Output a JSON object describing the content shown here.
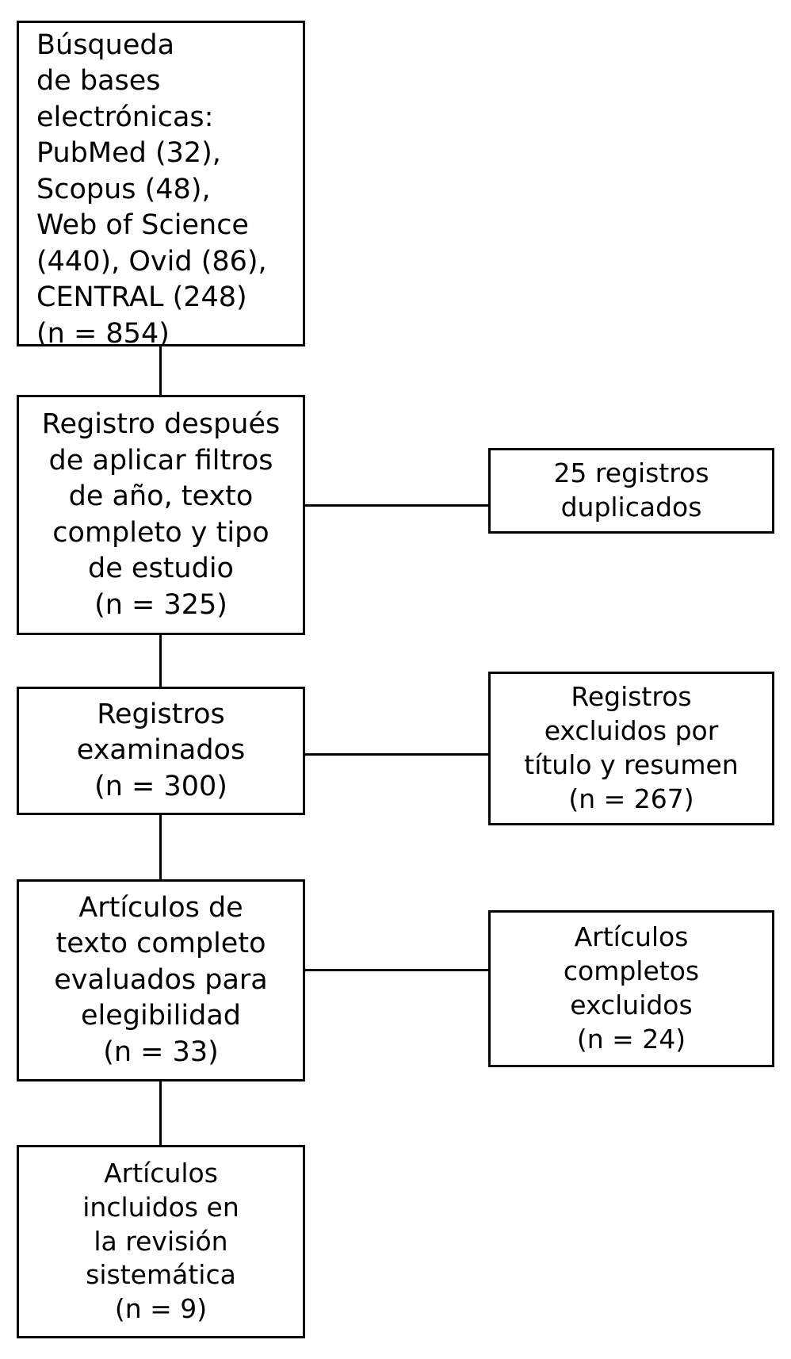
{
  "diagram": {
    "type": "prisma-flow-diagram",
    "language": "es",
    "line_color": "#000000",
    "background_color": "#ffffff",
    "text_color": "#000000"
  },
  "nodes": {
    "identification": {
      "text": "Búsqueda\nde bases\nelectrónicas:\nPubMed (32),\nScopus (48),\nWeb of Science\n(440), Ovid (86),\nCENTRAL (248)\n(n = 854)",
      "n": 854,
      "sources": [
        {
          "name": "PubMed",
          "count": 32
        },
        {
          "name": "Scopus",
          "count": 48
        },
        {
          "name": "Web of Science",
          "count": 440
        },
        {
          "name": "Ovid",
          "count": 86
        },
        {
          "name": "CENTRAL",
          "count": 248
        }
      ]
    },
    "filtered": {
      "text": "Registro después\nde aplicar filtros\nde año, texto\ncompleto y tipo\nde estudio\n(n = 325)",
      "n": 325
    },
    "screened": {
      "text": "Registros\nexaminados\n(n = 300)",
      "n": 300
    },
    "eligibility": {
      "text": "Artículos de\ntexto completo\nevaluados para\nelegibilidad\n(n = 33)",
      "n": 33
    },
    "included": {
      "text": "Artículos\nincluidos en\nla revisión\nsistemática\n(n = 9)",
      "n": 9
    },
    "duplicates": {
      "text": "25 registros\nduplicados",
      "n": 25
    },
    "excluded_title_abstract": {
      "text": "Registros\nexcluidos por\ntítulo y resumen\n(n = 267)",
      "n": 267
    },
    "excluded_full_text": {
      "text": "Artículos\ncompletos\nexcluidos\n(n = 24)",
      "n": 24
    }
  }
}
